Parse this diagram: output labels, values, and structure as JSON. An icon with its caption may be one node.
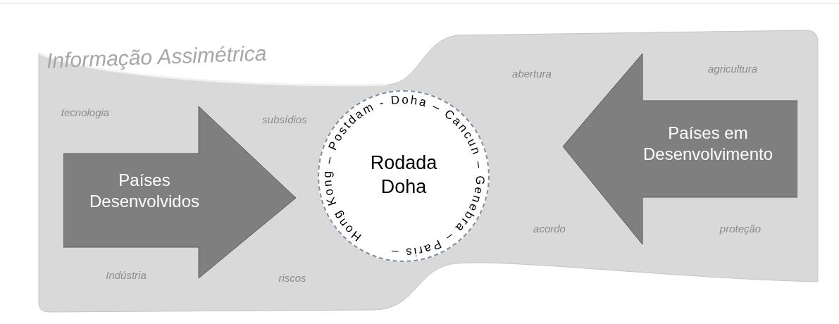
{
  "diagram": {
    "nodes": [
      {
        "text": [
          "Informação Assimétrica"
        ]
      },
      {
        "text": [
          "Países Desenvolvidos"
        ],
        "in": 0
      },
      {
        "text": [
          "Rodada Doha",
          "Hong Kong – Postdam - Doha – Cancun – Genebra – Paris –"
        ],
        "in": 0
      },
      {
        "text": [
          "Países em Desenvolvimento"
        ],
        "in": 0
      }
    ],
    "edges": [],
    "labels": [
      "tecnologia",
      "subsídios",
      "abertura",
      "agricultura",
      "Indústria",
      "riscos",
      "acordo",
      "proteção"
    ]
  }
}
